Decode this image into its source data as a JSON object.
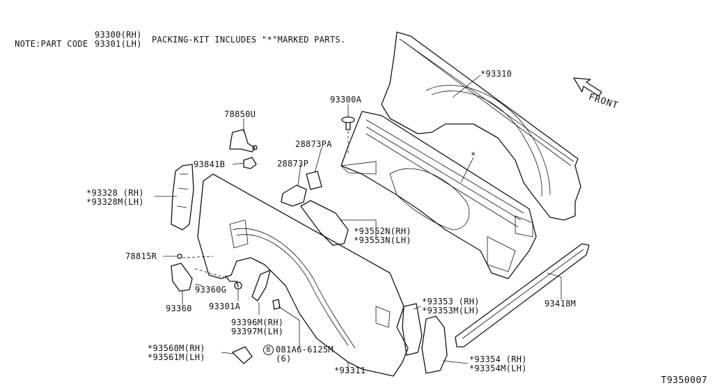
{
  "note": {
    "prefix": "NOTE:PART CODE",
    "code_rh": "93300(RH)",
    "code_lh": "93301(LH)",
    "suffix": "PACKING-KIT INCLUDES \"*\"MARKED PARTS."
  },
  "front_label": "FRONT",
  "diagram_code": "T9350007",
  "parts": [
    {
      "id": "p93310",
      "text": "*93310"
    },
    {
      "id": "p93300a",
      "text": "93300A"
    },
    {
      "id": "p78850u",
      "text": "78850U"
    },
    {
      "id": "p28873pa",
      "text": "28873PA"
    },
    {
      "id": "pstar",
      "text": "*"
    },
    {
      "id": "p93841b",
      "text": "93841B"
    },
    {
      "id": "p28873p",
      "text": "28873P"
    },
    {
      "id": "p93328",
      "text": "*93328 (RH)\n*93328M(LH)"
    },
    {
      "id": "p93552n",
      "text": "*93552N(RH)\n*93553N(LH)"
    },
    {
      "id": "p78815r",
      "text": "78815R"
    },
    {
      "id": "p93360g",
      "text": "93360G"
    },
    {
      "id": "p93360",
      "text": "93360"
    },
    {
      "id": "p93301a",
      "text": "93301A"
    },
    {
      "id": "p93353",
      "text": "*93353 (RH)\n*93353M(LH)"
    },
    {
      "id": "p93418m",
      "text": "93418M"
    },
    {
      "id": "p93396m",
      "text": "93396M(RH)\n93397M(LH)"
    },
    {
      "id": "pbolt",
      "text": "081A6-6125M\n(6)"
    },
    {
      "id": "p93560m",
      "text": "*93560M(RH)\n*93561M(LH)"
    },
    {
      "id": "p93354",
      "text": "*93354 (RH)\n*93354M(LH)"
    },
    {
      "id": "p93311",
      "text": "*93311"
    }
  ],
  "bolt_symbol": "B"
}
